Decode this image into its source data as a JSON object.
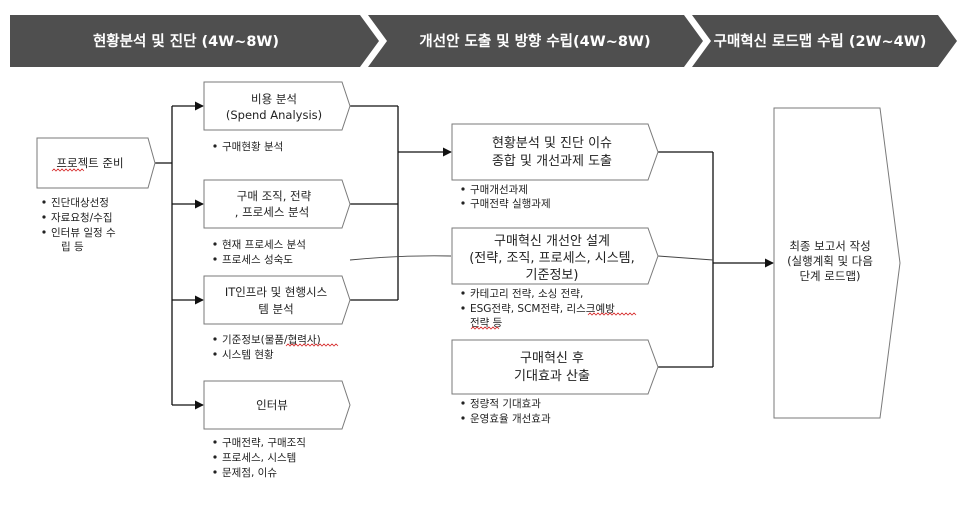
{
  "phases": [
    {
      "label": "현황분석 및 진단 (4W~8W)"
    },
    {
      "label": "개선안 도출 및 방향 수립(4W~8W)"
    },
    {
      "label": "구매혁신 로드맵 수립 (2W~4W)"
    }
  ],
  "prep": {
    "label": "프로젝트 준비",
    "bullets": [
      "진단대상선정",
      "자료요청/수집",
      "인터뷰 일정 수",
      "립 등"
    ]
  },
  "analysis_steps": [
    {
      "lines": [
        "비용 분석",
        "(Spend Analysis)"
      ],
      "bullets": [
        "구매현황 분석"
      ]
    },
    {
      "lines": [
        "구매 조직, 전략",
        ", 프로세스 분석"
      ],
      "bullets": [
        "현재 프로세스 분석",
        "프로세스 성숙도"
      ]
    },
    {
      "lines": [
        "IT인프라 및 현행시스",
        "템 분석"
      ],
      "bullets": [
        "기준정보(물품/협력사)",
        "시스템 현황"
      ]
    },
    {
      "lines": [
        "인터뷰"
      ],
      "bullets": [
        "구매전략, 구매조직",
        "프로세스, 시스템",
        "문제점, 이슈"
      ]
    }
  ],
  "improvement_steps": [
    {
      "lines": [
        "현황분석 및 진단 이슈",
        "종합 및 개선과제 도출"
      ],
      "bullets": [
        "구매개선과제",
        "구매전략 실행과제"
      ]
    },
    {
      "lines": [
        "구매혁신 개선안 설계",
        "(전략, 조직, 프로세스, 시스템,",
        "기준정보)"
      ],
      "bullets": [
        "카테고리 전략, 소싱 전략,",
        "ESG전략, SCM전략, 리스크예방",
        "전략 등"
      ]
    },
    {
      "lines": [
        "구매혁신 후",
        "기대효과 산출"
      ],
      "bullets": [
        "정량적 기대효과",
        "운영효율 개선효과"
      ]
    }
  ],
  "final": {
    "lines": [
      "최종 보고서 작성",
      "(실행계획 및 다음",
      "단계 로드맵)"
    ]
  },
  "colors": {
    "phase_bar": "#4f4f4f",
    "box_border": "#7a7a7a",
    "arrow": "#111111",
    "spellcheck": "#d62a2a"
  }
}
